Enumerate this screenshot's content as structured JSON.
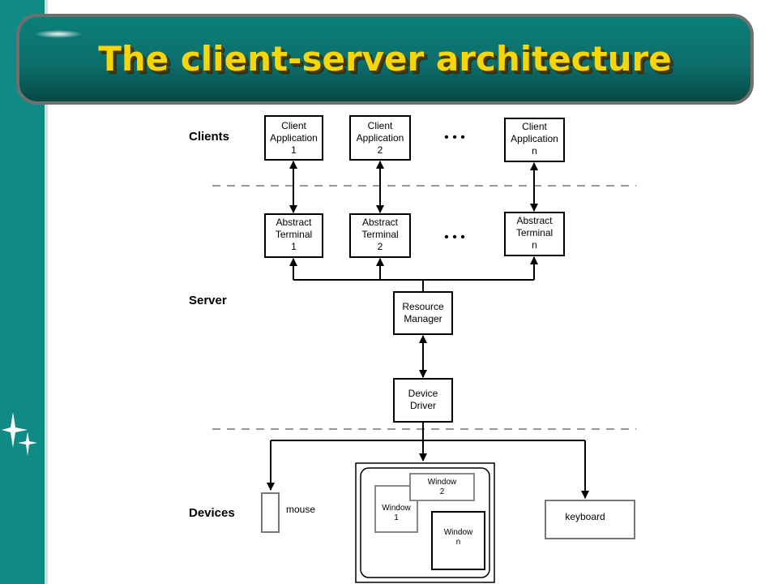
{
  "title": "The client-server architecture",
  "layers": {
    "clients": "Clients",
    "server": "Server",
    "devices": "Devices"
  },
  "ellipsis": "• • •",
  "clients": [
    {
      "line1": "Client",
      "line2": "Application",
      "line3": "1"
    },
    {
      "line1": "Client",
      "line2": "Application",
      "line3": "2"
    },
    {
      "line1": "Client",
      "line2": "Application",
      "line3": "n"
    }
  ],
  "terminals": [
    {
      "line1": "Abstract",
      "line2": "Terminal",
      "line3": "1"
    },
    {
      "line1": "Abstract",
      "line2": "Terminal",
      "line3": "2"
    },
    {
      "line1": "Abstract",
      "line2": "Terminal",
      "line3": "n"
    }
  ],
  "resource_manager": {
    "line1": "Resource",
    "line2": "Manager"
  },
  "device_driver": {
    "line1": "Device",
    "line2": "Driver"
  },
  "devices": {
    "mouse": "mouse",
    "keyboard": "keyboard",
    "windows": [
      {
        "line1": "Window",
        "line2": "1"
      },
      {
        "line1": "Window",
        "line2": "2"
      },
      {
        "line1": "Window",
        "line2": "n"
      }
    ]
  },
  "colors": {
    "sidebar": "#0f8a85",
    "title_text": "#f5d60a",
    "title_bar": "#0d6e6a"
  }
}
